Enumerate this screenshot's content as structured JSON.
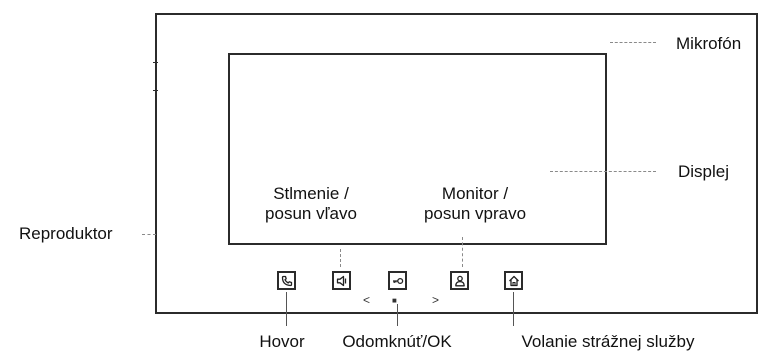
{
  "labels": {
    "microphone": "Mikrofón",
    "display": "Displej",
    "speaker": "Reproduktor",
    "mute_line1": "Stlmenie /",
    "mute_line2": "posun vľavo",
    "monitor_line1": "Monitor /",
    "monitor_line2": "posun vpravo",
    "call": "Hovor",
    "unlock": "Odomknúť/OK",
    "guard_call": "Volanie strážnej služby"
  },
  "arrows": {
    "left": "<",
    "right": ">",
    "dot": "■"
  },
  "buttons": [
    {
      "icon": "phone-icon"
    },
    {
      "icon": "speaker-mute-icon"
    },
    {
      "icon": "key-icon"
    },
    {
      "icon": "person-icon"
    },
    {
      "icon": "house-icon"
    }
  ]
}
